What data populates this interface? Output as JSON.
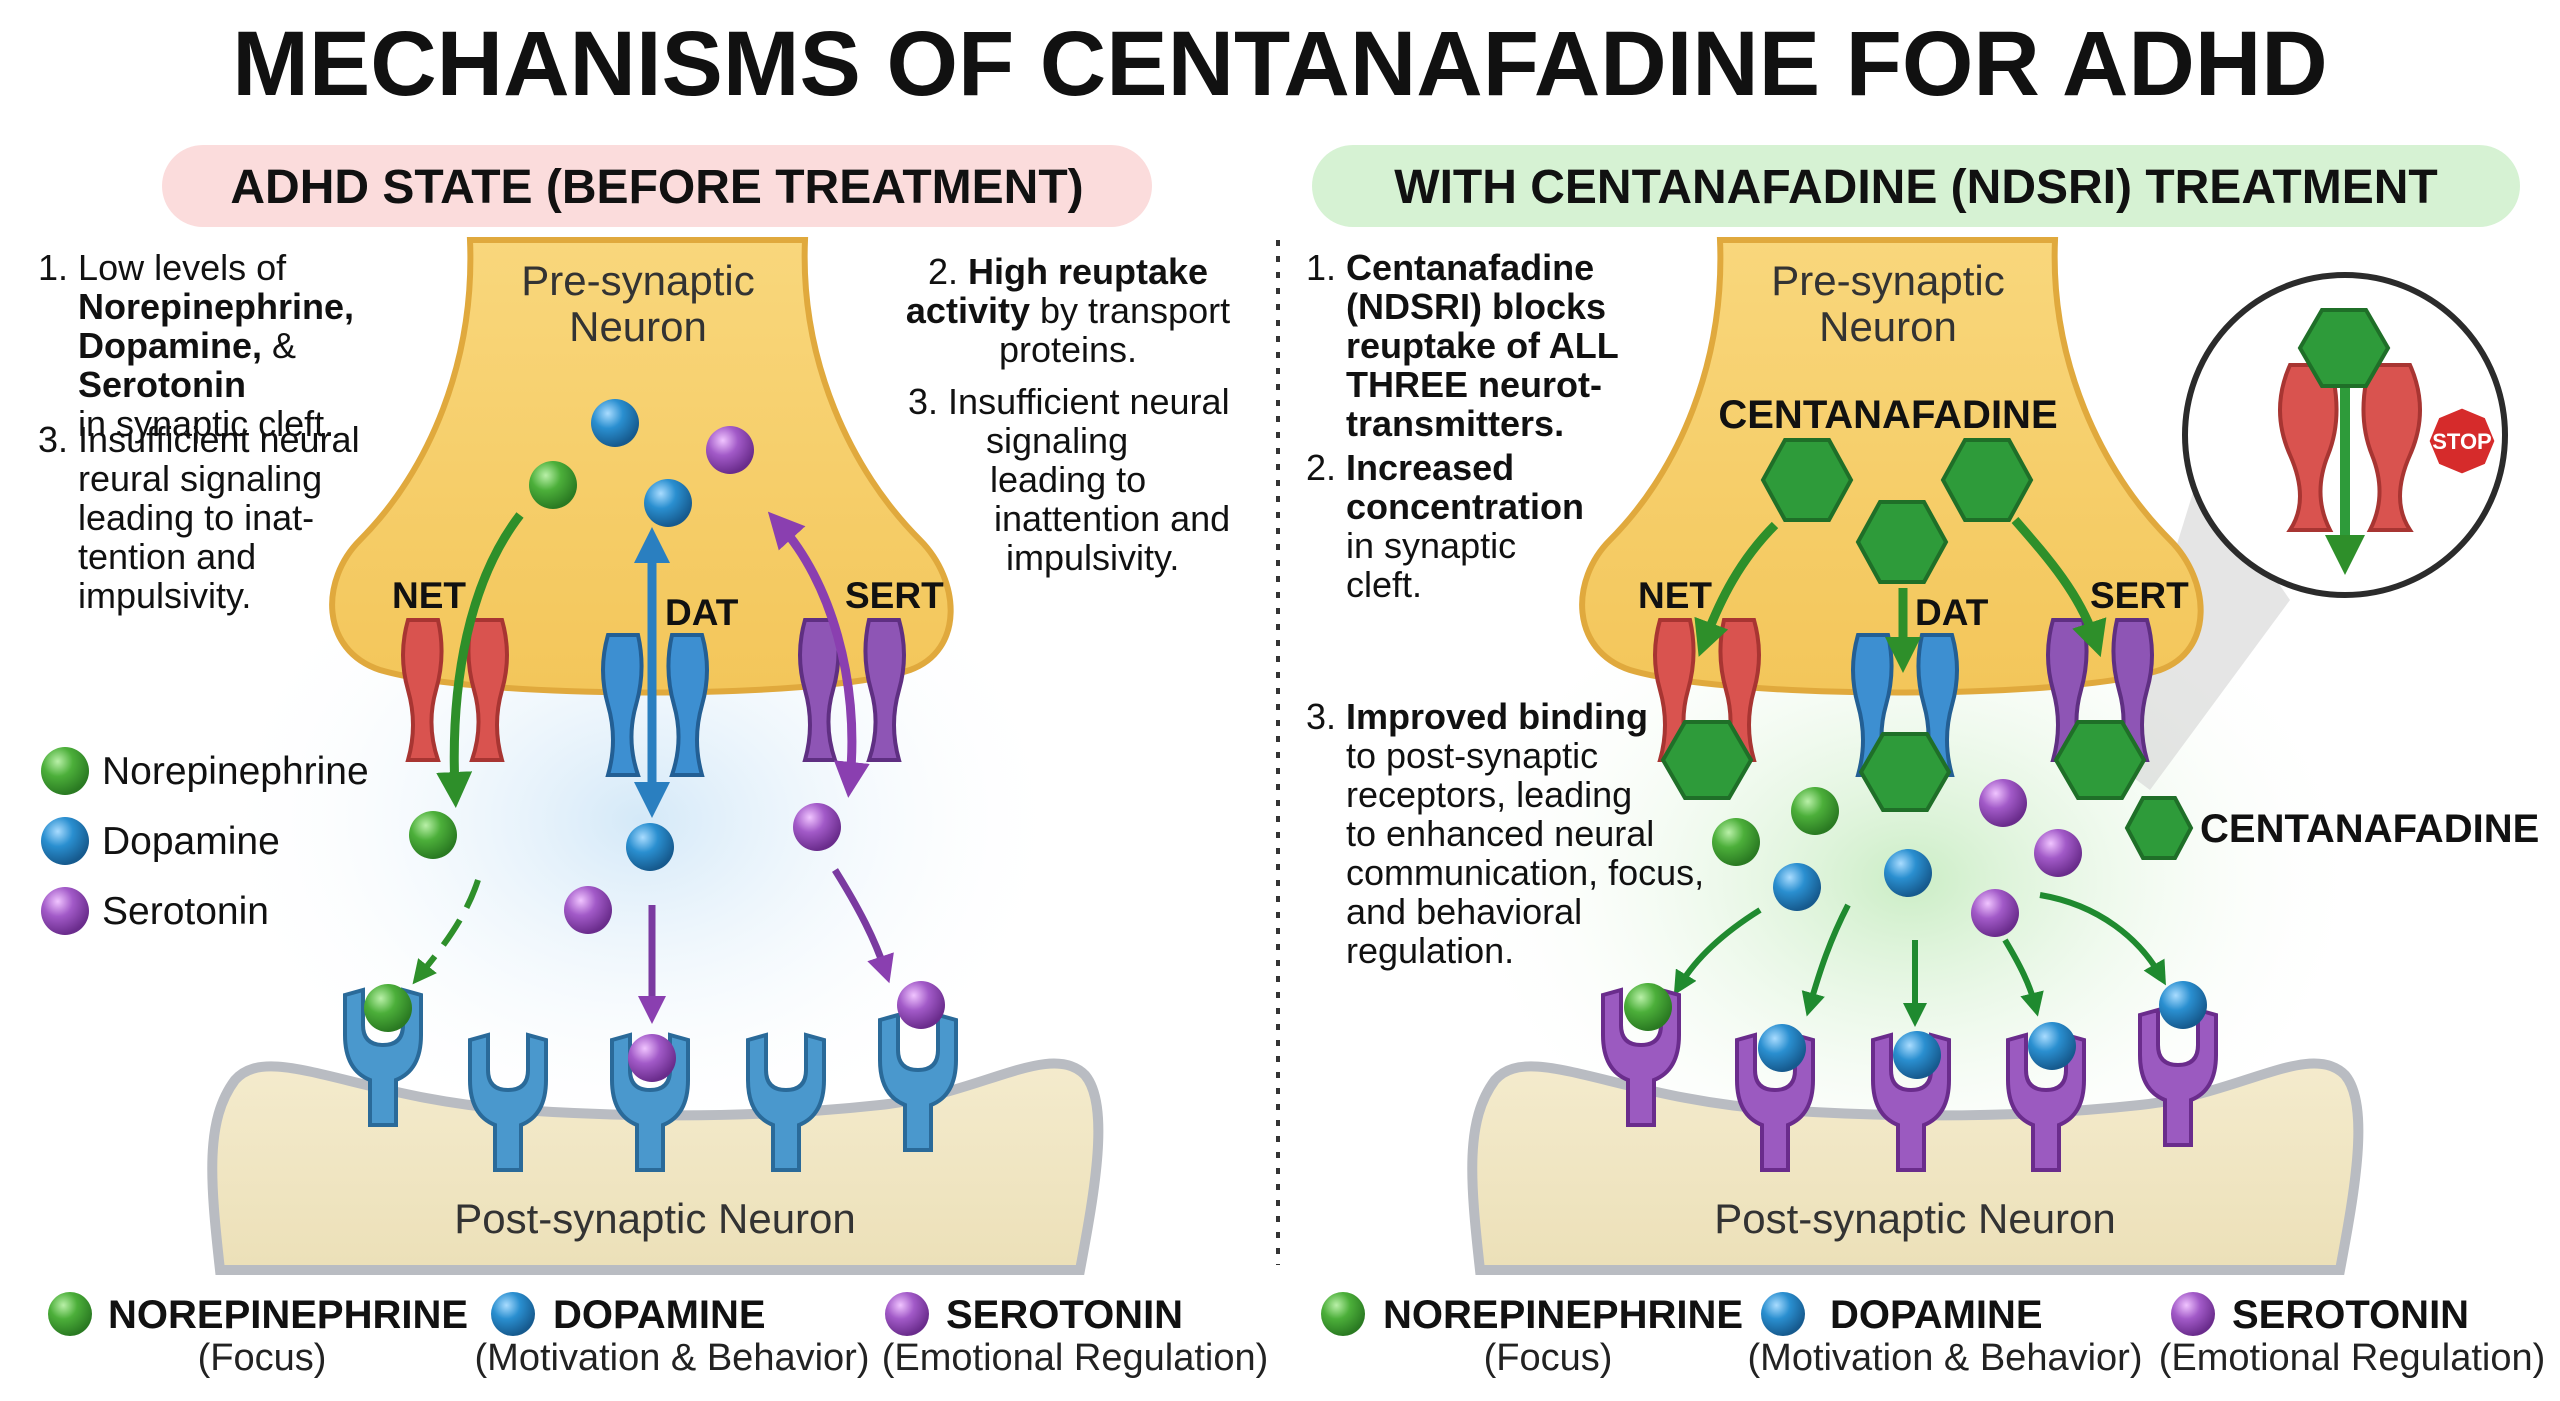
{
  "title": "MECHANISMS OF CENTANAFADINE FOR ADHD",
  "left": {
    "banner": "ADHD STATE (BEFORE TREATMENT)",
    "pre_neuron": [
      "Pre-synaptic",
      "Neuron"
    ],
    "post_neuron": "Post-synaptic Neuron",
    "transporters": [
      "NET",
      "DAT",
      "SERT"
    ],
    "note1": {
      "num": "1.",
      "line1": "Low levels of",
      "bold1": "Norepinephrine,",
      "bold2": "Dopamine,",
      "amp": " & ",
      "bold3": "Serotonin",
      "line4": "in synaptic cleft."
    },
    "note3a": {
      "num": "3.",
      "lines": [
        "Insufficient neural",
        "reural signaling",
        "leading to inat-",
        "tention and",
        "impulsivity."
      ]
    },
    "note2": {
      "num": "2.",
      "bold1": "High reuptake",
      "bold2": "activity",
      "rest2": " by transport",
      "line3": "proteins."
    },
    "note3b": {
      "num": "3.",
      "lines": [
        "Insufficient neural",
        "signaling",
        "leading to",
        "inattention and",
        "impulsivity."
      ]
    },
    "legend": [
      "Norepinephrine",
      "Dopamine",
      "Serotonin"
    ]
  },
  "right": {
    "banner": "WITH CENTANAFADINE (NDSRI) TREATMENT",
    "pre_neuron": [
      "Pre-synaptic",
      "Neuron"
    ],
    "post_neuron": "Post-synaptic Neuron",
    "transporters": [
      "NET",
      "DAT",
      "SERT"
    ],
    "drug_label": "CENTANAFADINE",
    "drug_label_side": "CENTANAFADINE",
    "stop": "STOP",
    "note1": {
      "num": "1.",
      "bold_lines": [
        "Centanafadine",
        "(NDSRI) blocks",
        "reuptake of ALL",
        "THREE neurot-",
        "transmitters."
      ]
    },
    "note2": {
      "num": "2.",
      "bold_lines": [
        "Increased",
        "concentration"
      ],
      "lines": [
        "in synaptic",
        "cleft."
      ]
    },
    "note3": {
      "num": "3.",
      "bold": "Improved binding",
      "lines": [
        "to post-synaptic",
        "receptors, leading",
        "to enhanced neural",
        "communication, focus,",
        "and behavioral",
        "regulation."
      ]
    }
  },
  "footer": [
    {
      "name": "NOREPINEPHRINE",
      "sub": "(Focus)"
    },
    {
      "name": "DOPAMINE",
      "sub": "(Motivation & Behavior)"
    },
    {
      "name": "SEROTONIN",
      "sub": "(Emotional Regulation)"
    }
  ],
  "colors": {
    "norepinephrine": "#4caf3a",
    "dopamine": "#2a8fd0",
    "serotonin": "#a25ac8",
    "net": "#d9534f",
    "dat": "#3d8fd1",
    "sert": "#8e55b5",
    "drug": "#2e9b3a",
    "neuron_fill": "#f7cf6b",
    "post_fill": "#f1e6c3",
    "left_banner": "#fbdcdc",
    "right_banner": "#d6f2d3"
  }
}
